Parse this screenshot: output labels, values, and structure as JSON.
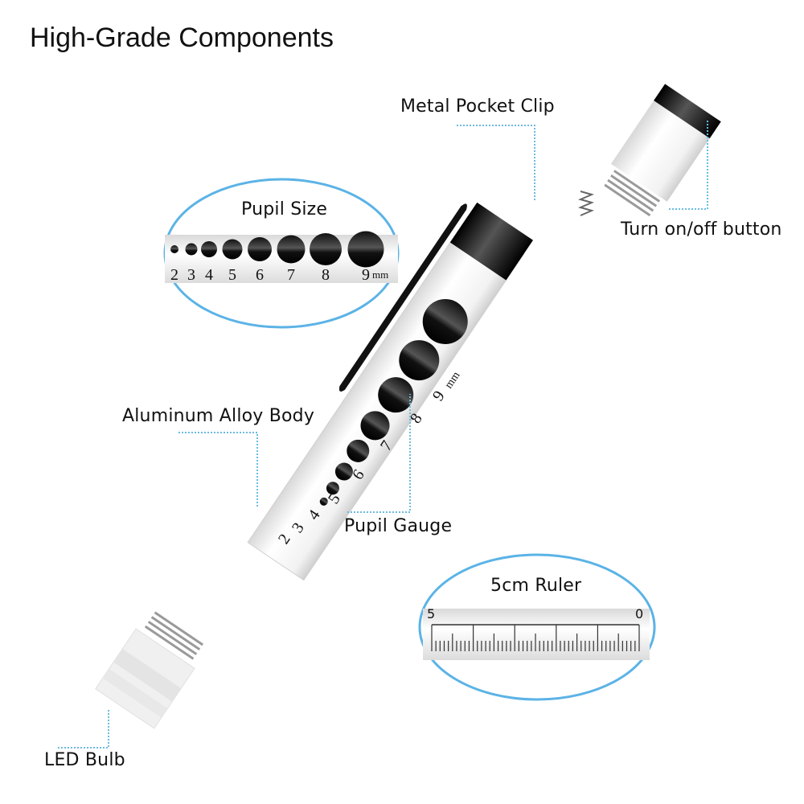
{
  "title": "High-Grade Components",
  "labels": {
    "metal_pocket_clip": "Metal Pocket Clip",
    "turn_on_off_button": "Turn on/off button",
    "aluminum_alloy_body": "Aluminum Alloy Body",
    "pupil_gauge": "Pupil Gauge",
    "led_bulb": "LED Bulb"
  },
  "pupil_size_callout": {
    "title": "Pupil Size",
    "sizes": [
      "2",
      "3",
      "4",
      "5",
      "6",
      "7",
      "8",
      "9"
    ],
    "unit": "mm"
  },
  "body_gauge": {
    "sizes": [
      "2",
      "3",
      "4",
      "5",
      "6",
      "7",
      "8",
      "9"
    ],
    "unit": "mm"
  },
  "ruler_callout": {
    "title": "5cm Ruler",
    "left_mark": "5",
    "right_mark": "0",
    "length_cm": 5
  },
  "colors": {
    "callout_border": "#5bb3e6",
    "leader_line": "#6bbbe0",
    "body": "#f4f4f4",
    "black_parts": "#111111"
  }
}
